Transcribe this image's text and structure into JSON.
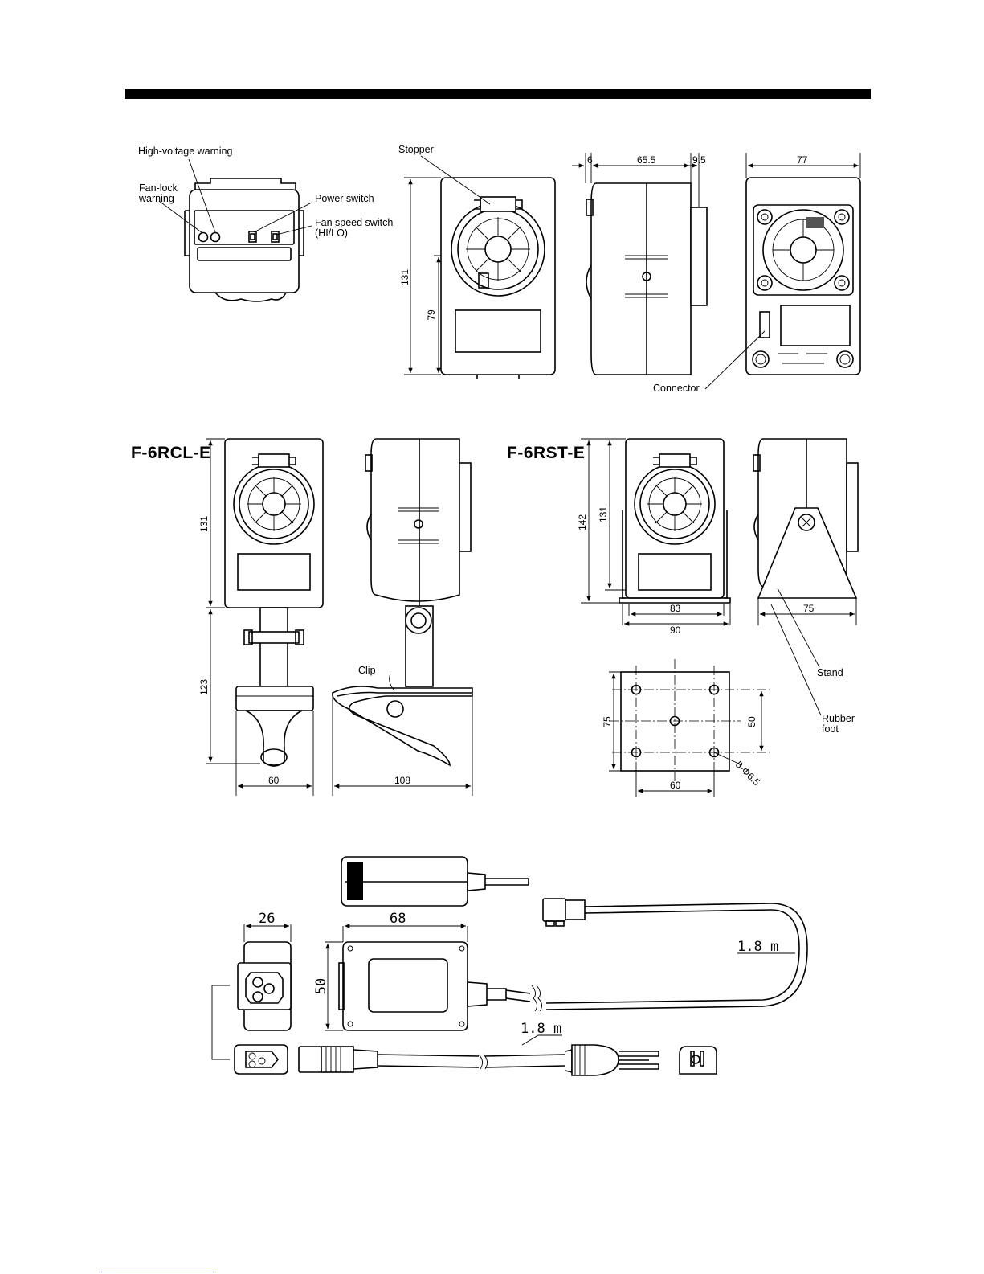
{
  "colors": {
    "ink": "#000000",
    "paper": "#ffffff",
    "footer_rule": "#3a3ab0"
  },
  "labels": {
    "hv_warning": "High-voltage warning",
    "fan_lock_1": "Fan-lock",
    "fan_lock_2": "warning",
    "power_switch": "Power switch",
    "fan_speed_1": "Fan speed switch",
    "fan_speed_2": "(HI/LO)",
    "stopper": "Stopper",
    "connector": "Connector",
    "clip": "Clip",
    "stand": "Stand",
    "rubber_1": "Rubber",
    "rubber_2": "foot"
  },
  "models": {
    "clip": "F-6RCL-E",
    "stand": "F-6RST-E"
  },
  "dims": {
    "front_height": "131",
    "front_lower": "79",
    "side_left": "6",
    "side_mid": "65.5",
    "side_right": "9.5",
    "rear_width": "77",
    "clip_height": "131",
    "clip_arm": "123",
    "clip_width": "60",
    "clip_depth": "108",
    "stand_total": "142",
    "stand_body": "131",
    "stand_inner": "83",
    "stand_outer": "90",
    "stand_depth": "75",
    "base_depth": "75",
    "base_holes_v": "50",
    "base_holes_h": "60",
    "base_holes": "5-Φ6.5",
    "adapter_thick": "26",
    "adapter_len": "68",
    "adapter_h": "50",
    "cord_dc": "1.8 m",
    "cord_ac": "1.8 m"
  }
}
